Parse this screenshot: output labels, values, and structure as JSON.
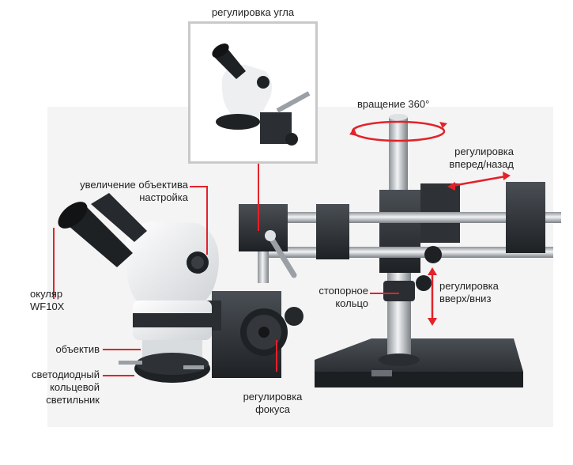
{
  "labels": {
    "angle": "регулировка угла",
    "rotation": "вращение 360°",
    "forward_back": [
      "регулировка",
      "вперед/назад"
    ],
    "zoom": [
      "увеличение объектива",
      "настройка"
    ],
    "eyepiece": [
      "окуляр",
      "WF10X"
    ],
    "stop_ring": [
      "стопорное",
      "кольцо"
    ],
    "up_down": [
      "регулировка",
      "вверх/вниз"
    ],
    "objective": "объектив",
    "led_ring": [
      "светодиодный",
      "кольцевой",
      "светильник"
    ],
    "focus": [
      "регулировка",
      "фокуса"
    ]
  },
  "colors": {
    "leader_red": "#e3222a",
    "metal_dark": "#2b2f33",
    "body_white": "#f2f2f2",
    "chrome": "#c8ccd0"
  }
}
